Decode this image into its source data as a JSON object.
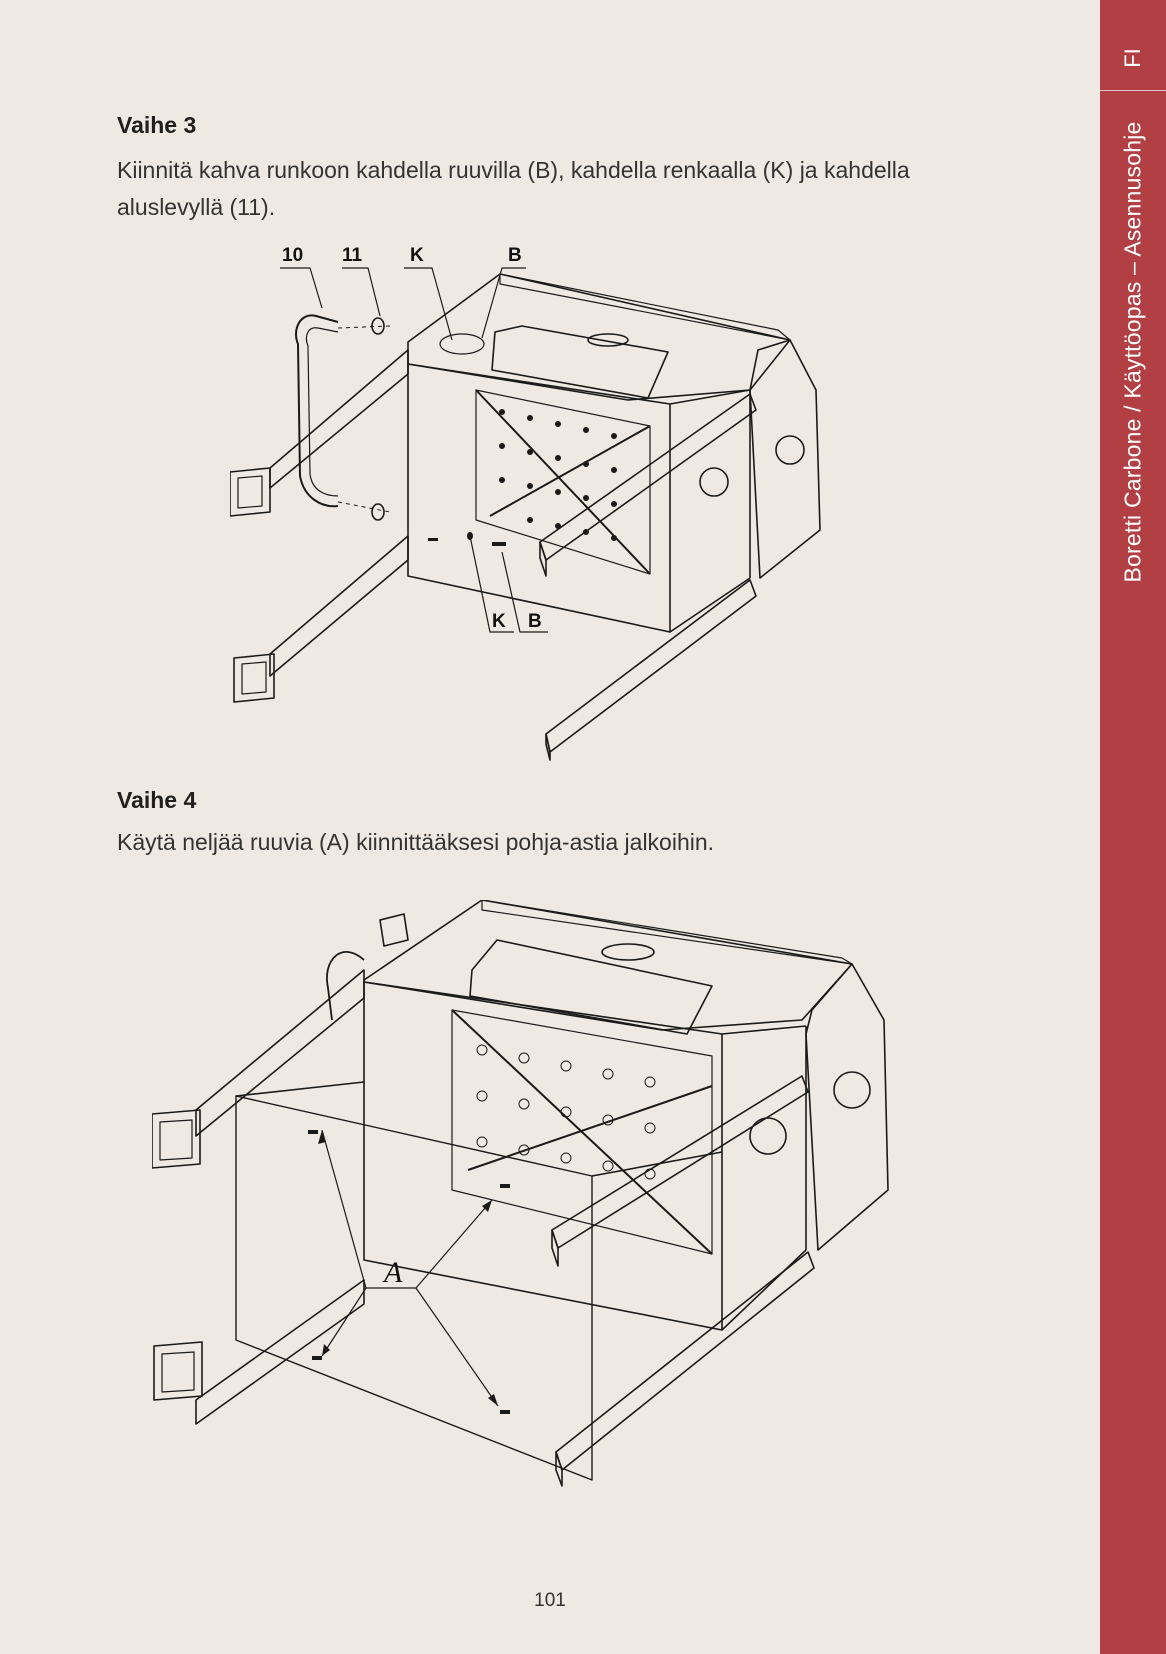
{
  "sidebar": {
    "language": "FI",
    "title": "Boretti Carbone / Käyttöopas – Asennusohje",
    "color": "#b23f44"
  },
  "step3": {
    "heading": "Vaihe 3",
    "text": "Kiinnitä kahva runkoon kahdella ruuvilla (B), kahdella renkaalla (K) ja kahdella aluslevyllä (11).",
    "callouts": {
      "handle": "10",
      "washer": "11",
      "ring_top": "K",
      "screw_top": "B",
      "ring_bottom": "K",
      "screw_bottom": "B"
    }
  },
  "step4": {
    "heading": "Vaihe 4",
    "text": "Käytä neljää ruuvia (A) kiinnittääksesi pohja-astia jalkoihin.",
    "callouts": {
      "screw": "A"
    }
  },
  "footer": {
    "page_number": "101"
  }
}
